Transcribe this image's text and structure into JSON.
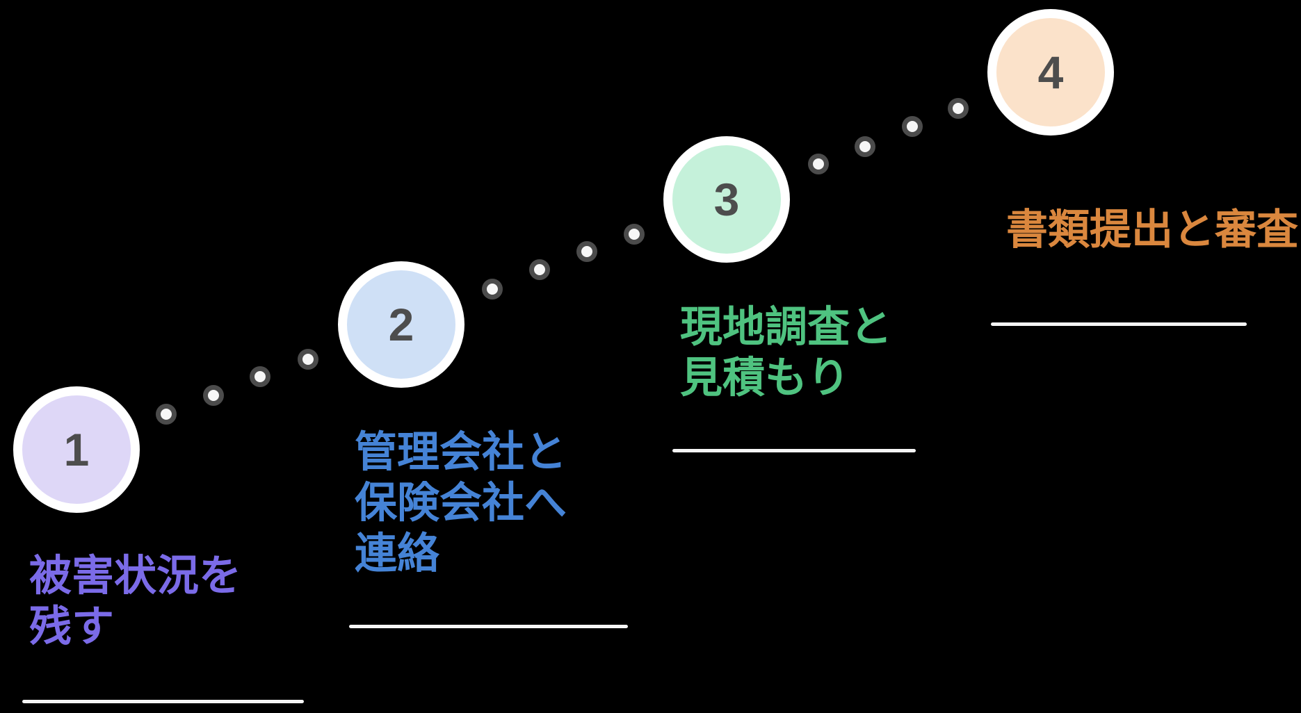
{
  "diagram": {
    "type": "process-step-flow",
    "background_color": "#000000",
    "number_color": "#4d4d4d",
    "dot_ring_color": "#4b4b4b",
    "dot_fill_color": "#f7f7f7",
    "underline_color": "#f6f6f6",
    "circle_border_color": "#ffffff",
    "steps": [
      {
        "number": "1",
        "label": "被害状況を残す",
        "label_lines": [
          "被害状況を",
          "残す"
        ],
        "circle_color": "#ded7f7",
        "text_color": "#7b6be8"
      },
      {
        "number": "2",
        "label": "管理会社と保険会社へ連絡",
        "label_lines": [
          "管理会社と",
          "保険会社へ",
          "連絡"
        ],
        "circle_color": "#cfe0f6",
        "text_color": "#4583d6"
      },
      {
        "number": "3",
        "label": "現地調査と見積もり",
        "label_lines": [
          "現地調査と",
          "見積もり"
        ],
        "circle_color": "#c5f1da",
        "text_color": "#4fc380"
      },
      {
        "number": "4",
        "label": "書類提出と審査",
        "label_lines": [
          "書類提出と審査"
        ],
        "circle_color": "#fbe2ca",
        "text_color": "#da873e"
      }
    ]
  }
}
